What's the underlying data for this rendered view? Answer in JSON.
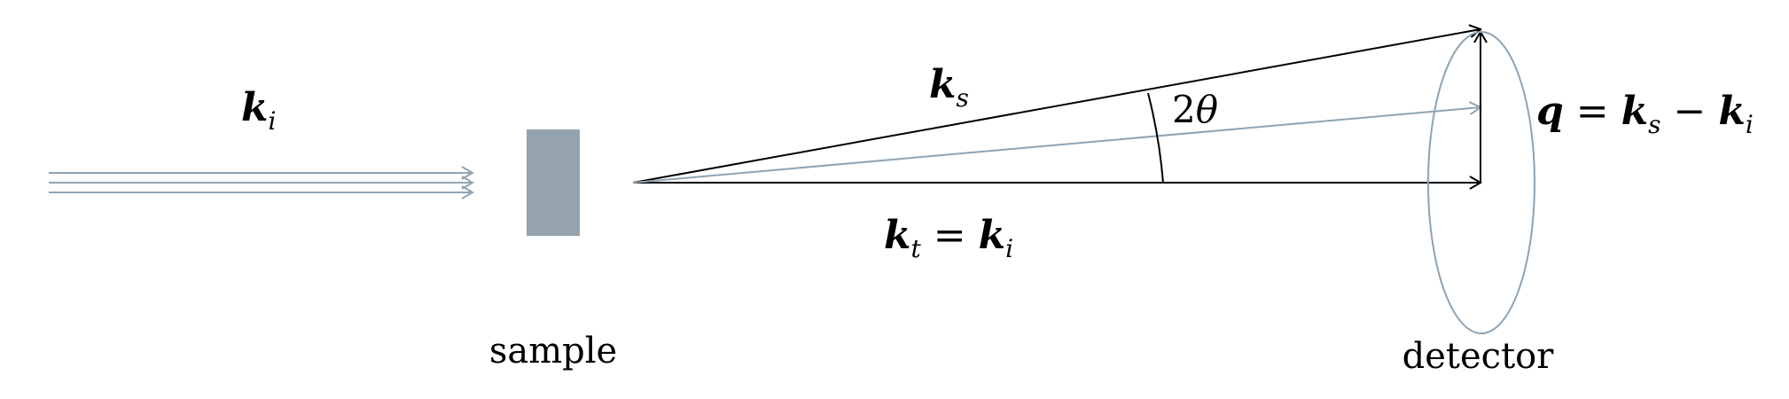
{
  "colors": {
    "beam": "#8fa4b4",
    "sample": "#95a3ae",
    "line": "#000000",
    "detector": "#8ea3b3"
  },
  "labels": {
    "incident": {
      "main": "k",
      "sub": "i"
    },
    "scattered": {
      "main": "k",
      "sub": "s"
    },
    "transmitted": {
      "main": "k",
      "sub": "t",
      "eq": " = ",
      "main2": "k",
      "sub2": "i"
    },
    "angle": {
      "num": "2",
      "sym": "θ"
    },
    "q": {
      "main": "q",
      "eq": " = ",
      "k1": "k",
      "s1": "s",
      "minus": " − ",
      "k2": "k",
      "s2": "i"
    },
    "sample": "sample",
    "detector": "detector"
  }
}
